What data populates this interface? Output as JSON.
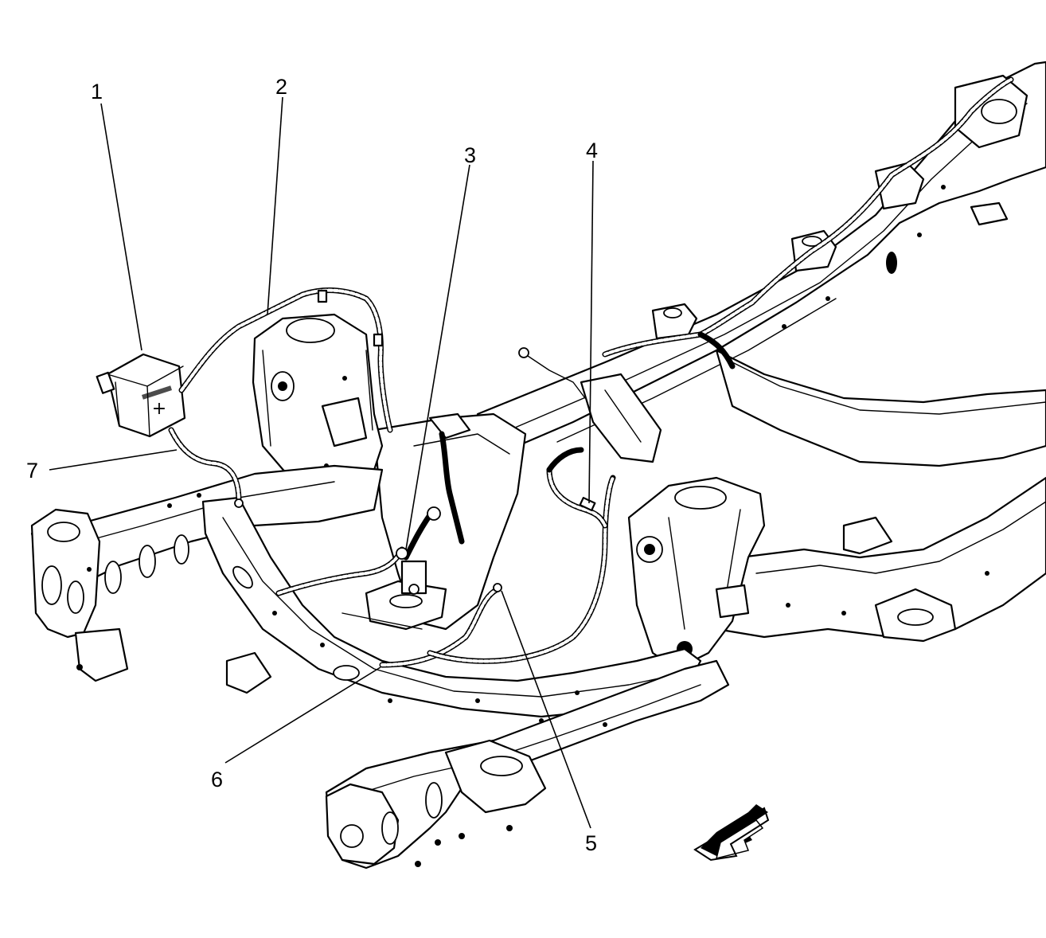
{
  "callouts": [
    {
      "id": "1",
      "label": "1"
    },
    {
      "id": "2",
      "label": "2"
    },
    {
      "id": "3",
      "label": "3"
    },
    {
      "id": "4",
      "label": "4"
    },
    {
      "id": "5",
      "label": "5"
    },
    {
      "id": "6",
      "label": "6"
    },
    {
      "id": "7",
      "label": "7"
    }
  ],
  "battery_box": {
    "symbol": "+"
  },
  "icons": {
    "direction_arrow": "front-direction-arrow-icon"
  }
}
